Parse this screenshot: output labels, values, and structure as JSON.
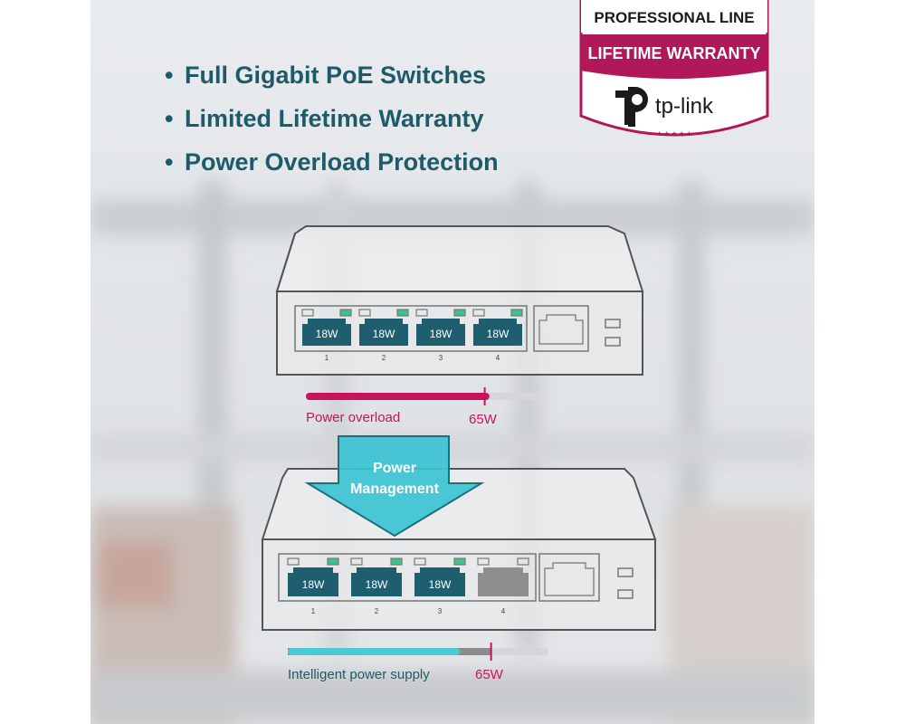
{
  "features": [
    "Full Gigabit PoE Switches",
    "Limited Lifetime Warranty",
    "Power Overload Protection"
  ],
  "badge": {
    "line1": "PROFESSIONAL LINE",
    "line2": "LIFETIME WARRANTY",
    "brand": "tp-link",
    "stars": "★ ★ ★ ★ ★",
    "colors": {
      "accent": "#b1185a",
      "logo": "#1a1a1a"
    }
  },
  "switch_top": {
    "ports": [
      {
        "label": "18W",
        "number": "1",
        "active": true
      },
      {
        "label": "18W",
        "number": "2",
        "active": true
      },
      {
        "label": "18W",
        "number": "3",
        "active": true
      },
      {
        "label": "18W",
        "number": "4",
        "active": true
      }
    ],
    "bar_label": "Power overload",
    "bar_value": "65W",
    "bar_fill_fraction": 0.78,
    "bar_limit_fraction": 0.76,
    "bar_color": "#c8125d"
  },
  "arrow": {
    "line1": "Power",
    "line2": "Management",
    "color": "#3cc3d3"
  },
  "switch_bottom": {
    "ports": [
      {
        "label": "18W",
        "number": "1",
        "active": true
      },
      {
        "label": "18W",
        "number": "2",
        "active": true
      },
      {
        "label": "18W",
        "number": "3",
        "active": true
      },
      {
        "label": "",
        "number": "4",
        "active": false
      }
    ],
    "bar_label": "Intelligent power supply",
    "bar_value": "65W",
    "bar_fill_fraction": 0.66,
    "bar_limit_fraction": 0.78,
    "bar_color": "#4cc8d6"
  },
  "colors": {
    "port_active": "#1f5e6e",
    "port_inactive": "#8e8e8e",
    "led_green": "#3fc28a",
    "text_teal": "#1e5a6a",
    "text_magenta": "#c8125d"
  }
}
